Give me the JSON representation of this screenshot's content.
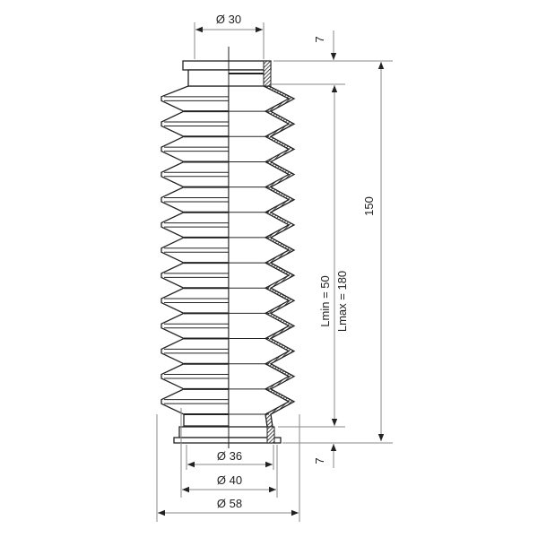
{
  "drawing": {
    "top_diameter": "Ø 30",
    "bottom_inner_diameter": "Ø 36",
    "bottom_neck_diameter": "Ø 40",
    "outer_diameter": "Ø 58",
    "top_collar_height": "7",
    "bottom_collar_height": "7",
    "total_length": "150",
    "lmin": "Lmin = 50",
    "lmax": "Lmax = 180",
    "convolutions": 13
  }
}
